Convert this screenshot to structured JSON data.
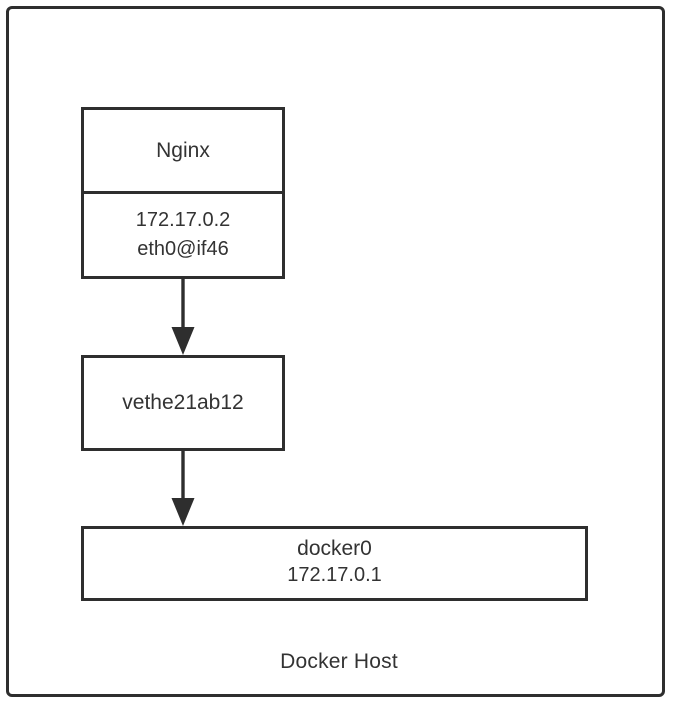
{
  "diagram": {
    "type": "network-topology",
    "title": "Docker Host",
    "background_color": "#ffffff",
    "stroke_color": "#2e2e2e",
    "text_color": "#333333",
    "nodes": [
      {
        "id": "container",
        "name": "Nginx",
        "ip": "172.17.0.2",
        "interface": "eth0@if46"
      },
      {
        "id": "veth",
        "name": "vethe21ab12"
      },
      {
        "id": "bridge",
        "name": "docker0",
        "ip": "172.17.0.1"
      }
    ],
    "edges": [
      {
        "from": "container",
        "to": "veth",
        "arrow": "down"
      },
      {
        "from": "veth",
        "to": "bridge",
        "arrow": "down"
      }
    ]
  }
}
